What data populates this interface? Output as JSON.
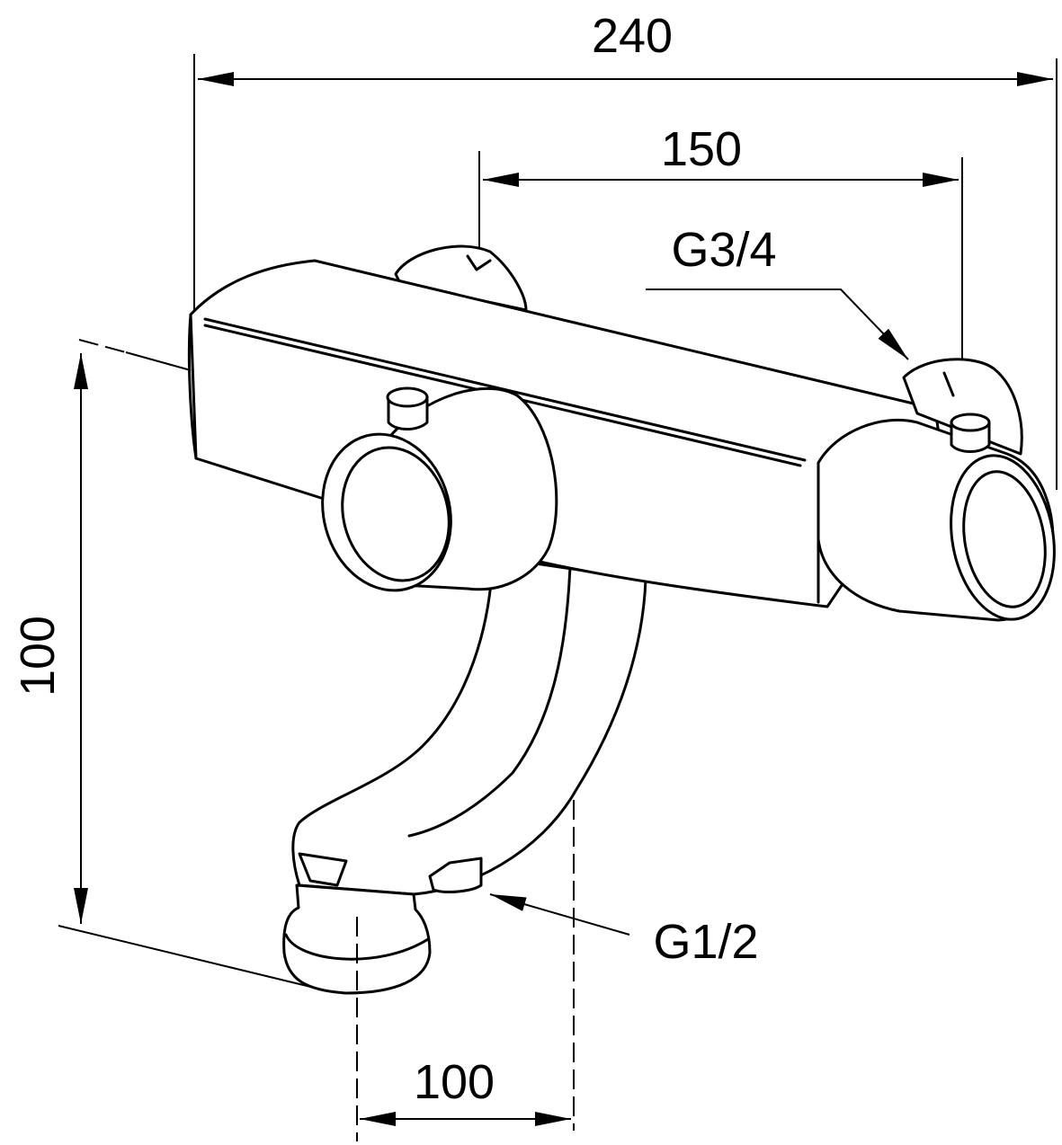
{
  "dimensions": {
    "overall_width": "240",
    "inlet_spacing": "150",
    "height": "100",
    "spout_offset": "100"
  },
  "threads": {
    "inlet": "G3/4",
    "outlet": "G1/2"
  }
}
